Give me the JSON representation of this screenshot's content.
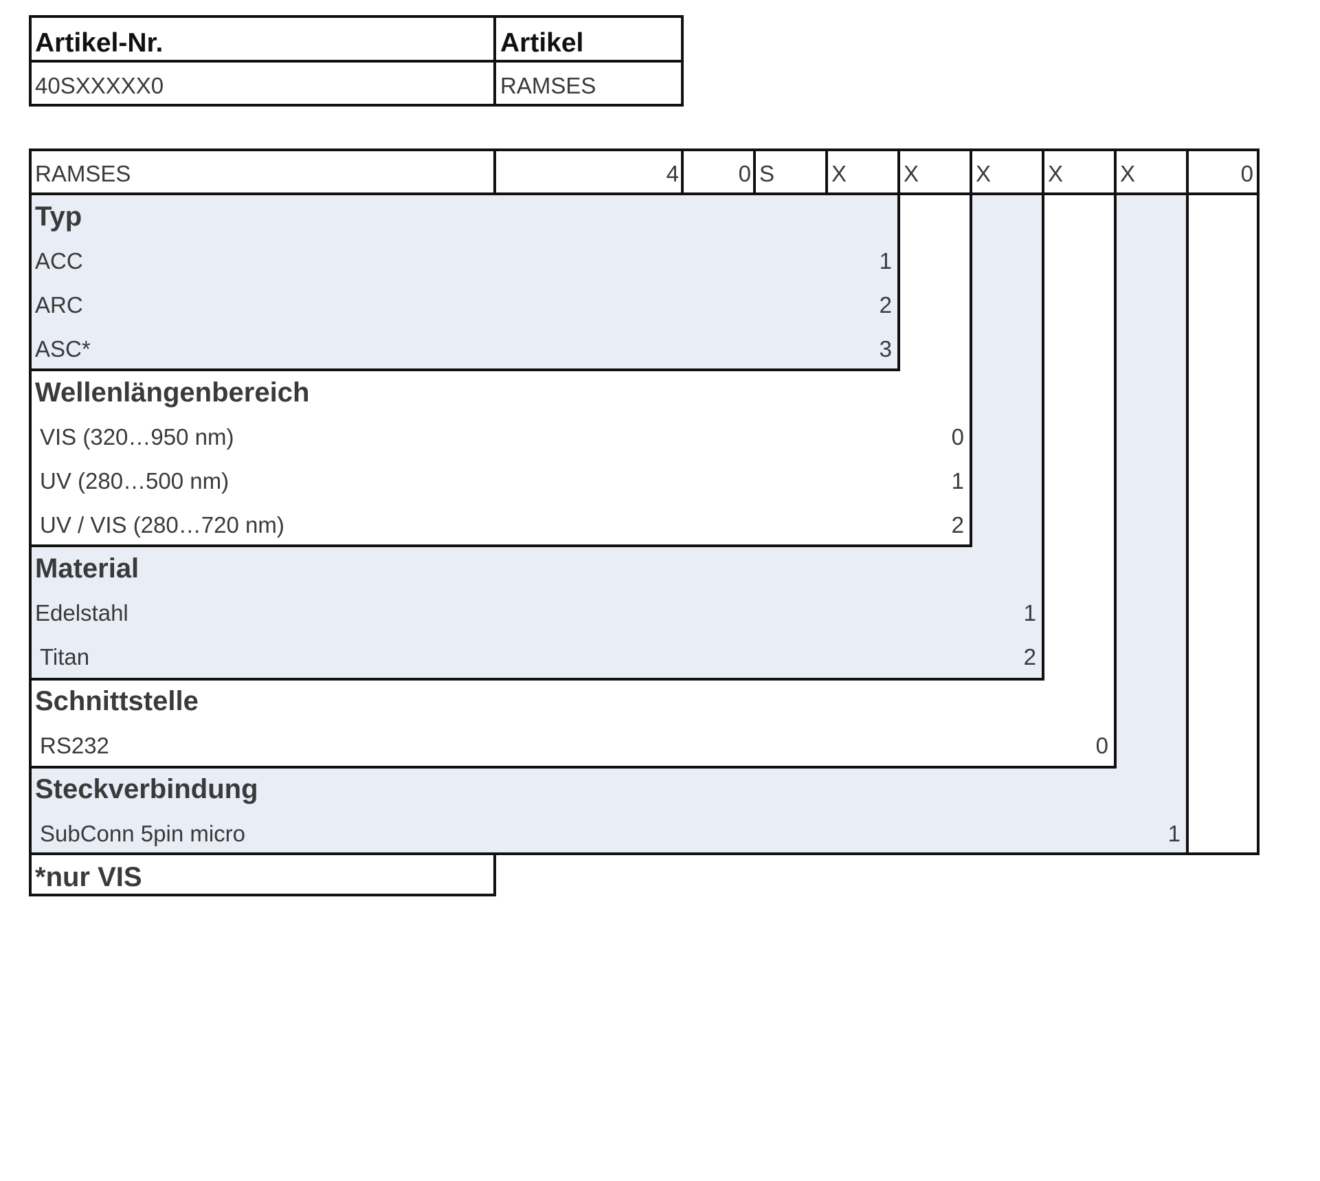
{
  "article_table": {
    "headers": [
      "Artikel-Nr.",
      "Artikel"
    ],
    "values": [
      "40SXXXXX0",
      "RAMSES"
    ]
  },
  "code_row": {
    "name": "RAMSES",
    "cells": [
      "4",
      "0",
      "S",
      "X",
      "X",
      "X",
      "X",
      "X",
      "0"
    ]
  },
  "sections": [
    {
      "title": "Typ",
      "options": [
        {
          "label": "ACC",
          "code": "1"
        },
        {
          "label": "ARC",
          "code": "2"
        },
        {
          "label": "ASC*",
          "code": "3"
        }
      ]
    },
    {
      "title": "Wellenlängenbereich",
      "options": [
        {
          "label": "VIS (320…950 nm)",
          "code": "0"
        },
        {
          "label": "UV (280…500 nm)",
          "code": "1"
        },
        {
          "label": "UV / VIS (280…720 nm)",
          "code": "2"
        }
      ]
    },
    {
      "title": "Material",
      "options": [
        {
          "label": "Edelstahl",
          "code": "1"
        },
        {
          "label": "Titan",
          "code": "2"
        }
      ]
    },
    {
      "title": "Schnittstelle",
      "options": [
        {
          "label": "RS232",
          "code": "0"
        }
      ]
    },
    {
      "title": "Steckverbindung",
      "options": [
        {
          "label": "SubConn 5pin micro",
          "code": "1"
        }
      ]
    }
  ],
  "footnote": "*nur VIS",
  "colors": {
    "highlight": "#e9edf6",
    "border": "#111111",
    "text": "#3a3a3a"
  }
}
